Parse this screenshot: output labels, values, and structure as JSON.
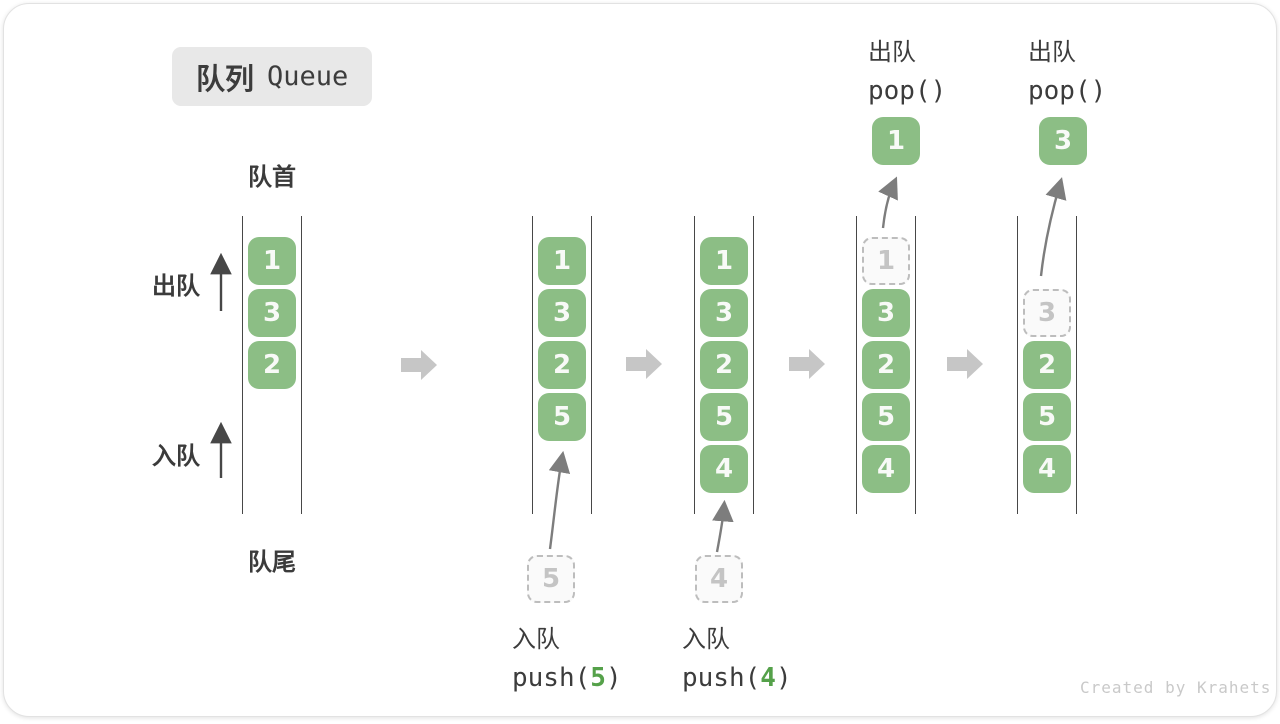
{
  "title": {
    "zh": "队列",
    "en": "Queue"
  },
  "labels": {
    "front": "队首",
    "rear": "队尾",
    "dequeue": "出队",
    "enqueue": "入队"
  },
  "colors": {
    "box_green": "#8CBE85",
    "arg_green": "#55A14A",
    "block_arrow_gray": "#C6C6C6",
    "thin_arrow_gray": "#7D7D7D",
    "text_dark": "#3B3B3B",
    "ghost_gray": "#C4C4C4",
    "badge_bg": "#E8E8E8"
  },
  "queues": [
    {
      "name": "state-1-initial",
      "slots": [
        {
          "value": "1",
          "style": "solid"
        },
        {
          "value": "3",
          "style": "solid"
        },
        {
          "value": "2",
          "style": "solid"
        }
      ]
    },
    {
      "name": "state-2-after-push-5",
      "slots": [
        {
          "value": "1",
          "style": "solid"
        },
        {
          "value": "3",
          "style": "solid"
        },
        {
          "value": "2",
          "style": "solid"
        },
        {
          "value": "5",
          "style": "solid"
        }
      ],
      "incoming_value": "5"
    },
    {
      "name": "state-3-after-push-4",
      "slots": [
        {
          "value": "1",
          "style": "solid"
        },
        {
          "value": "3",
          "style": "solid"
        },
        {
          "value": "2",
          "style": "solid"
        },
        {
          "value": "5",
          "style": "solid"
        },
        {
          "value": "4",
          "style": "solid"
        }
      ],
      "incoming_value": "4"
    },
    {
      "name": "state-4-after-pop-1",
      "slots": [
        {
          "value": "1",
          "style": "ghost"
        },
        {
          "value": "3",
          "style": "solid"
        },
        {
          "value": "2",
          "style": "solid"
        },
        {
          "value": "5",
          "style": "solid"
        },
        {
          "value": "4",
          "style": "solid"
        }
      ],
      "popped_value": "1"
    },
    {
      "name": "state-5-after-pop-3",
      "slots": [
        {
          "style": "empty"
        },
        {
          "value": "3",
          "style": "ghost"
        },
        {
          "value": "2",
          "style": "solid"
        },
        {
          "value": "5",
          "style": "solid"
        },
        {
          "value": "4",
          "style": "solid"
        }
      ],
      "popped_value": "3"
    }
  ],
  "operations": [
    {
      "label": "入队",
      "fn": "push(",
      "arg": "5",
      "close": ")"
    },
    {
      "label": "入队",
      "fn": "push(",
      "arg": "4",
      "close": ")"
    },
    {
      "label": "出队",
      "fn": "pop()"
    },
    {
      "label": "出队",
      "fn": "pop()"
    }
  ],
  "watermark": "Created by Krahets"
}
